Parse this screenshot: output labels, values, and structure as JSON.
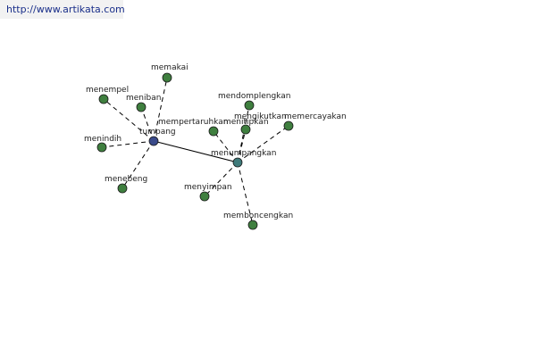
{
  "header": {
    "url": "http://www.artikata.com"
  },
  "colors": {
    "hub": "#3a4a8a",
    "secondary_hub": "#3f7a7a",
    "leaf": "#3f7f3f",
    "edge": "#000000"
  },
  "graph": {
    "nodes": [
      {
        "id": "tumpang",
        "label": "tumpang",
        "kind": "hub"
      },
      {
        "id": "menumpangkan",
        "label": "menumpangkan",
        "kind": "secondary_hub"
      },
      {
        "id": "memakai",
        "label": "memakai",
        "kind": "leaf"
      },
      {
        "id": "menempel",
        "label": "menempel",
        "kind": "leaf"
      },
      {
        "id": "meniban",
        "label": "meniban",
        "kind": "leaf"
      },
      {
        "id": "menindih",
        "label": "menindih",
        "kind": "leaf"
      },
      {
        "id": "menebeng",
        "label": "menebeng",
        "kind": "leaf"
      },
      {
        "id": "mempertaruhkan",
        "label": "mempertaruhkan",
        "kind": "leaf"
      },
      {
        "id": "mendomplengkan",
        "label": "mendomplengkan",
        "kind": "leaf"
      },
      {
        "id": "mengikutkan",
        "label": "mengikutkan",
        "kind": "leaf"
      },
      {
        "id": "memercayakan",
        "label": "memercayakan",
        "kind": "leaf"
      },
      {
        "id": "menitipkan",
        "label": "menitipkan",
        "kind": "leaf"
      },
      {
        "id": "menyimpan",
        "label": "menyimpan",
        "kind": "leaf"
      },
      {
        "id": "memboncengkan",
        "label": "memboncengkan",
        "kind": "leaf"
      }
    ],
    "edges": [
      {
        "from": "tumpang",
        "to": "menumpangkan",
        "style": "solid"
      },
      {
        "from": "tumpang",
        "to": "memakai",
        "style": "dashed"
      },
      {
        "from": "tumpang",
        "to": "menempel",
        "style": "dashed"
      },
      {
        "from": "tumpang",
        "to": "meniban",
        "style": "dashed"
      },
      {
        "from": "tumpang",
        "to": "menindih",
        "style": "dashed"
      },
      {
        "from": "tumpang",
        "to": "menebeng",
        "style": "dashed"
      },
      {
        "from": "menumpangkan",
        "to": "mempertaruhkan",
        "style": "dashed"
      },
      {
        "from": "menumpangkan",
        "to": "mendomplengkan",
        "style": "dashed"
      },
      {
        "from": "menumpangkan",
        "to": "mengikutkan",
        "style": "dashed"
      },
      {
        "from": "menumpangkan",
        "to": "memercayakan",
        "style": "dashed"
      },
      {
        "from": "menumpangkan",
        "to": "menyimpan",
        "style": "dashed"
      },
      {
        "from": "menumpangkan",
        "to": "memboncengkan",
        "style": "dashed"
      }
    ]
  }
}
